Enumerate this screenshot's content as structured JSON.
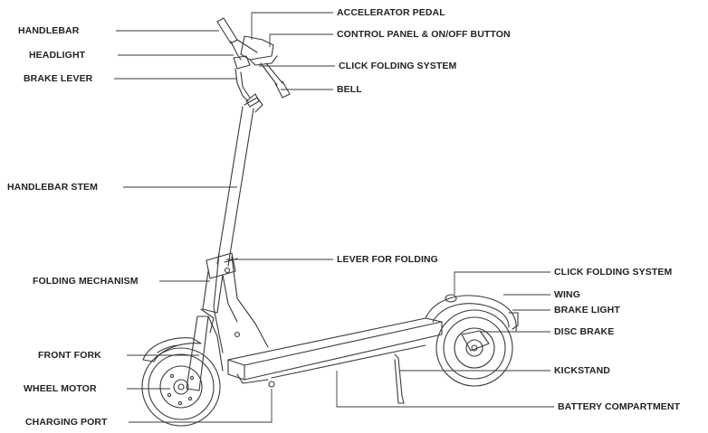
{
  "colors": {
    "line": "#3a3a3a",
    "text": "#222222",
    "background": "#ffffff"
  },
  "labels": {
    "handlebar": "HANDLEBAR",
    "headlight": "HEADLIGHT",
    "brake_lever": "BRAKE LEVER",
    "handlebar_stem": "HANDLEBAR STEM",
    "folding_mechanism": "FOLDING MECHANISM",
    "front_fork": "FRONT FORK",
    "wheel_motor": "WHEEL MOTOR",
    "charging_port": "CHARGING PORT",
    "accelerator_pedal": "ACCELERATOR PEDAL",
    "control_panel": "CONTROL PANEL & ON/OFF BUTTON",
    "click_folding_top": "CLICK FOLDING SYSTEM",
    "bell": "BELL",
    "lever_for_folding": "LEVER FOR FOLDING",
    "click_folding_rear": "CLICK FOLDING SYSTEM",
    "wing": "WING",
    "brake_light": "BRAKE LIGHT",
    "disc_brake": "DISC BRAKE",
    "kickstand": "KICKSTAND",
    "battery_compartment": "BATTERY COMPARTMENT"
  }
}
